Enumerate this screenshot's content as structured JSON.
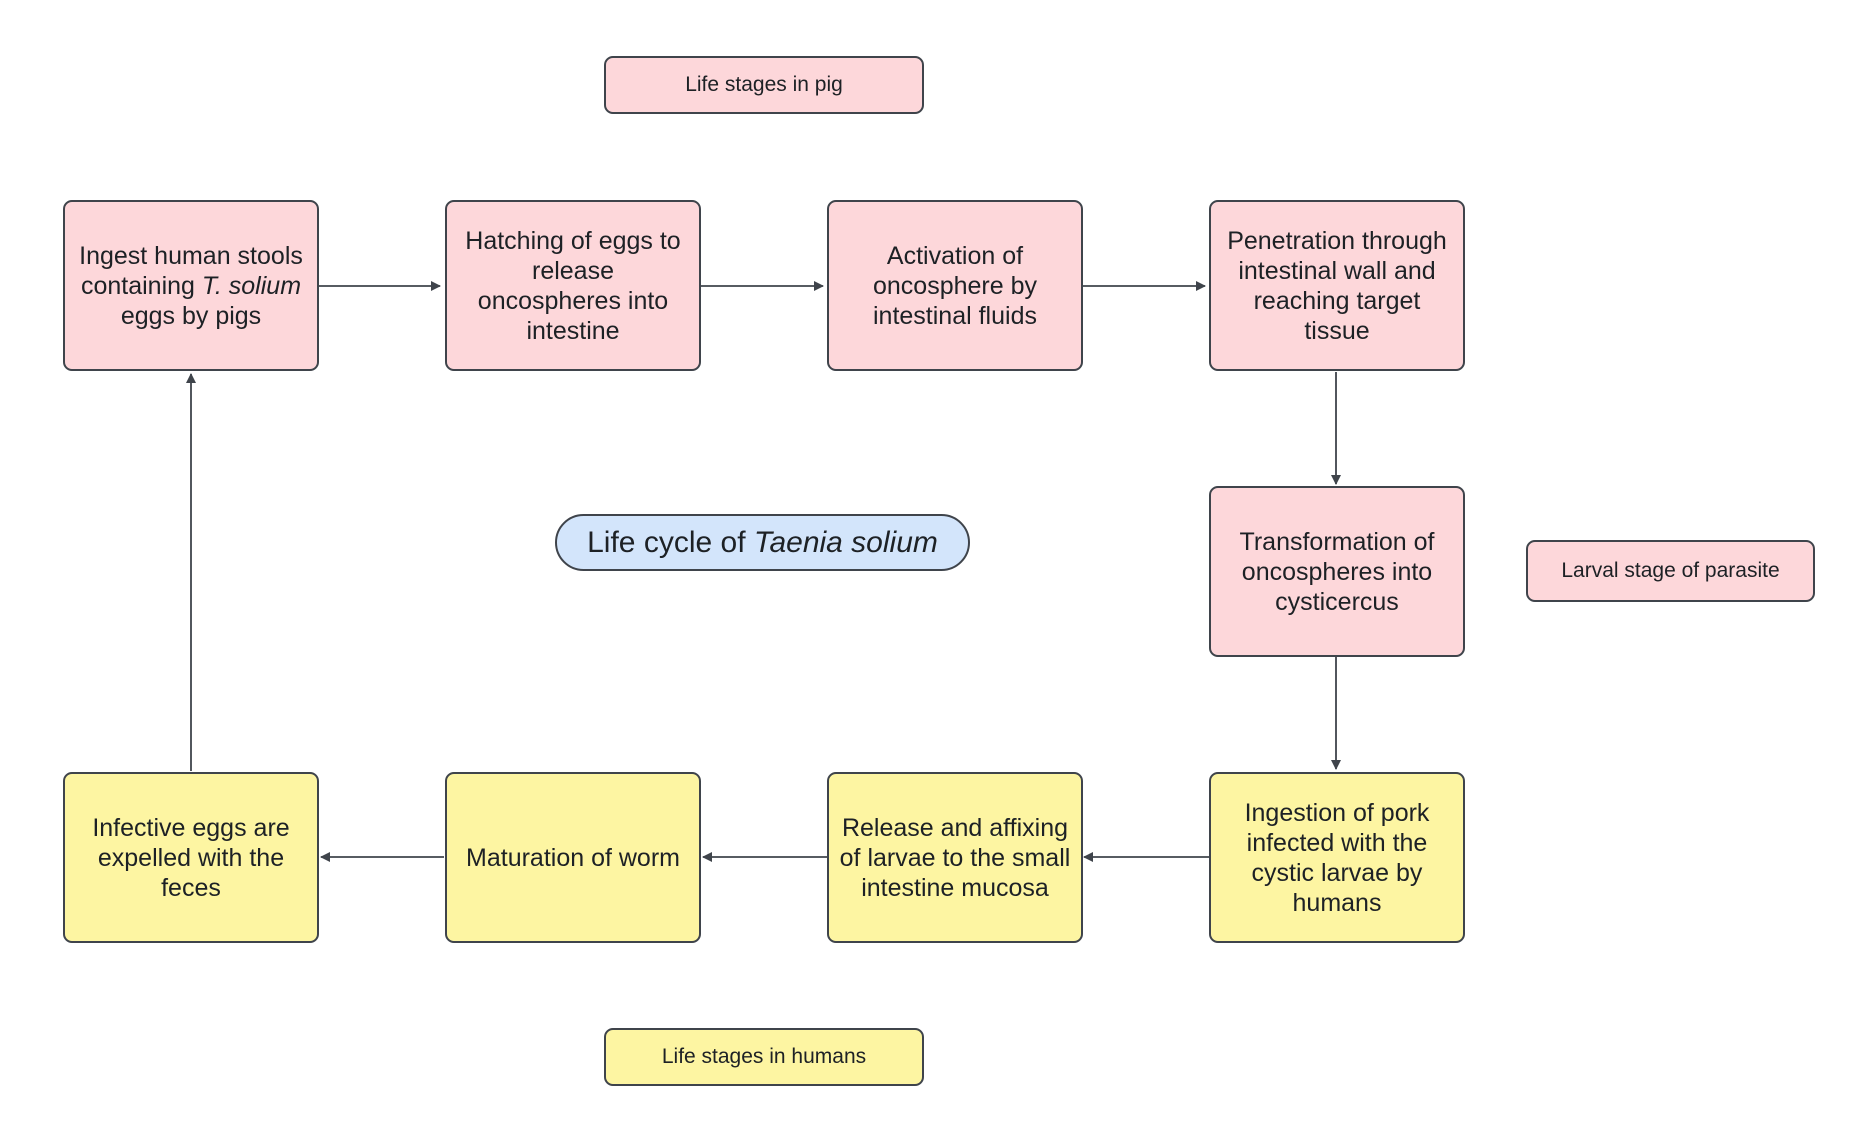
{
  "legend": {
    "pig": "Life stages in pig",
    "humans": "Life stages in humans",
    "larval": "Larval stage of parasite"
  },
  "title": {
    "prefix": "Life cycle of ",
    "species": "Taenia solium"
  },
  "pig_stages": {
    "ingest": {
      "line1": "Ingest human stools containing ",
      "italic": "T. solium",
      "line2": " eggs by pigs"
    },
    "hatching": "Hatching of eggs to release oncospheres into intestine",
    "activation": "Activation of oncosphere by intestinal fluids",
    "penetration": "Penetration through intestinal wall and reaching target tissue",
    "transformation": "Transformation of oncospheres into cysticercus"
  },
  "human_stages": {
    "ingestion_pork": "Ingestion of pork infected with the cystic larvae by humans",
    "release": "Release and affixing of larvae to the small intestine mucosa",
    "maturation": "Maturation of worm",
    "expelled": "Infective eggs are expelled with the feces"
  },
  "colors": {
    "pig_fill": "#fdd7da",
    "human_fill": "#fdf5a2",
    "title_fill": "#d3e5fb",
    "stroke": "#3f444b"
  }
}
